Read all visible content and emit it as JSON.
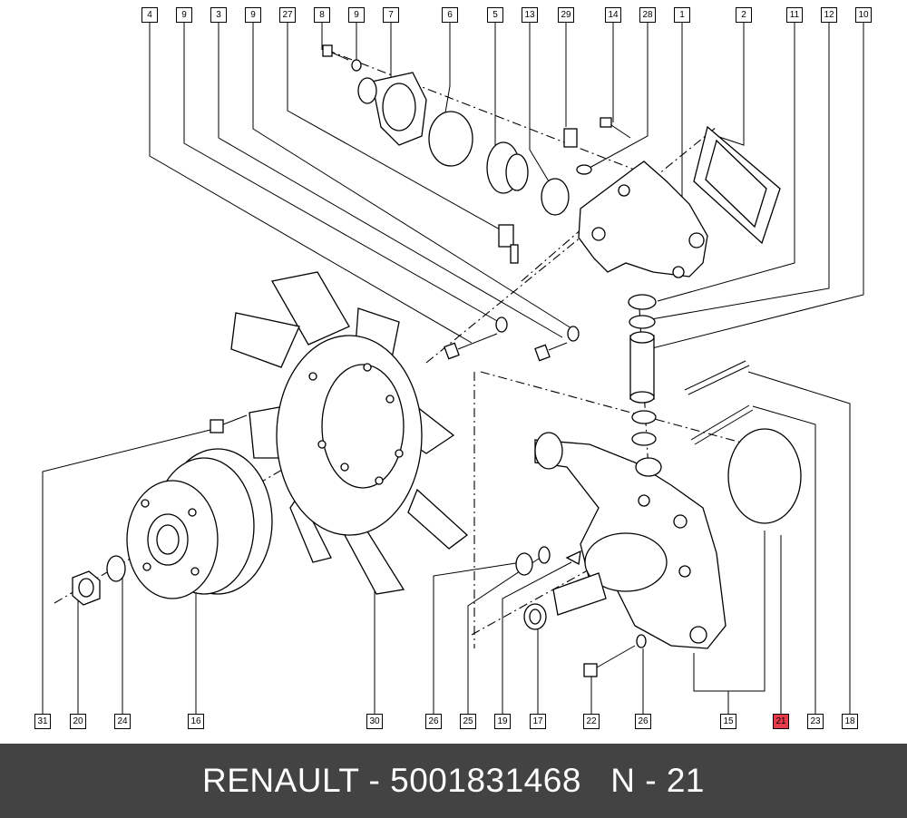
{
  "diagram": {
    "callouts_top": [
      "4",
      "9",
      "3",
      "9",
      "27",
      "8",
      "9",
      "7",
      "6",
      "5",
      "13",
      "29",
      "14",
      "28",
      "1",
      "2",
      "11",
      "12",
      "10"
    ],
    "callouts_bottom": [
      "31",
      "20",
      "24",
      "16",
      "30",
      "26",
      "25",
      "19",
      "17",
      "22",
      "26",
      "15",
      "21",
      "23",
      "18"
    ],
    "highlighted_callout": "21",
    "highlight_color": "#e53b4b"
  },
  "footer": {
    "text": "RENAULT - 5001831468   N - 21",
    "background": "#434343",
    "color": "#ffffff"
  }
}
